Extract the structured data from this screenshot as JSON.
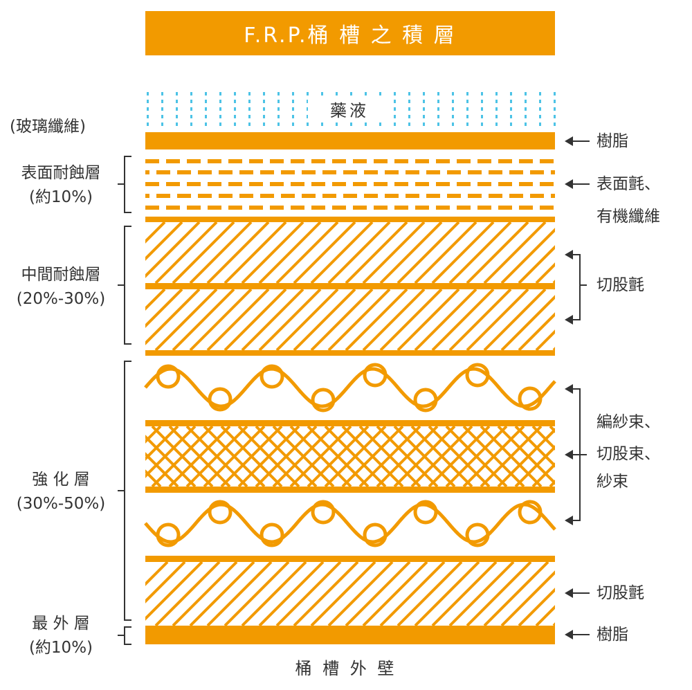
{
  "title": "F.R.P.桶 槽 之 積 層",
  "liquid_label": "藥液",
  "bottom_label": "桶 槽 外 壁",
  "colors": {
    "orange": "#f29a00",
    "dots": "#4cc3e6",
    "text": "#333333",
    "bracket": "#333333"
  },
  "left_labels": {
    "glass_fiber": "(玻璃纖維)",
    "surface": {
      "name": "表面耐蝕層",
      "pct": "(約10%)"
    },
    "middle": {
      "name": "中間耐蝕層",
      "pct": "(20%-30%)"
    },
    "reinforce": {
      "name": "強 化 層",
      "pct": "(30%-50%)"
    },
    "outer": {
      "name": "最 外 層",
      "pct": "(約10%)"
    }
  },
  "right_labels": {
    "resin_top": "樹脂",
    "surface_mat_1": "表面氈、",
    "surface_mat_2": "有機纖維",
    "chopped_mat_1": "切股氈",
    "roving_1": "編紗束、",
    "roving_2": "切股束、",
    "roving_3": "紗束",
    "chopped_mat_2": "切股氈",
    "resin_bottom": "樹脂"
  },
  "icons": {
    "arrow": "left-arrow-icon"
  }
}
